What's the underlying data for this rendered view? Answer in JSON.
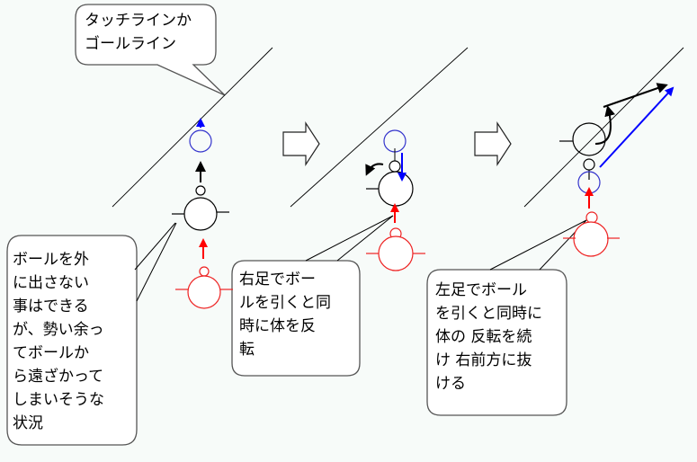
{
  "callouts": {
    "line": "タッチラインか\nゴールライン",
    "panel1": "ボールを外\nに出さない\n事はできる\nが、勢い余っ\nてボールか\nら遠ざかって\nしまいそうな\n状況",
    "panel2": "右足でボー\nルを引くと同\n時に体を反\n転",
    "panel3": "左足でボール\nを引くと同時に\n体の 反転を続\nけ 右前方に抜\nける"
  },
  "colors": {
    "ball": "#0000ff",
    "defender": "#ff0000",
    "player": "#000000"
  }
}
